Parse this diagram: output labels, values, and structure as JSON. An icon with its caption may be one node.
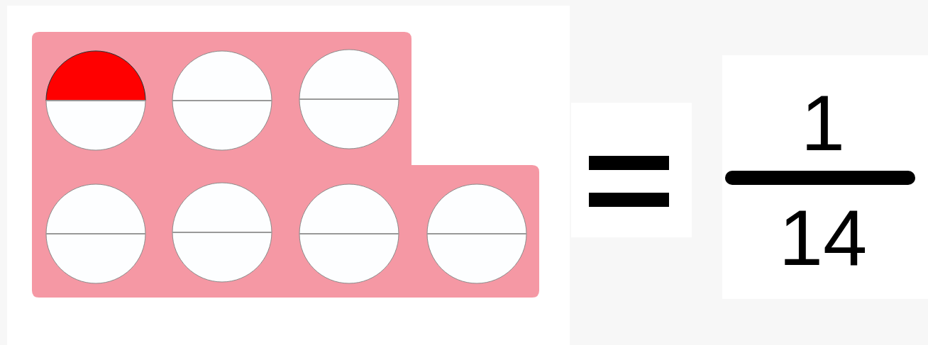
{
  "diagram": {
    "nodes": [
      {
        "text": [],
        "shape": "bar"
      }
    ],
    "labels": [
      "1",
      "14"
    ]
  }
}
